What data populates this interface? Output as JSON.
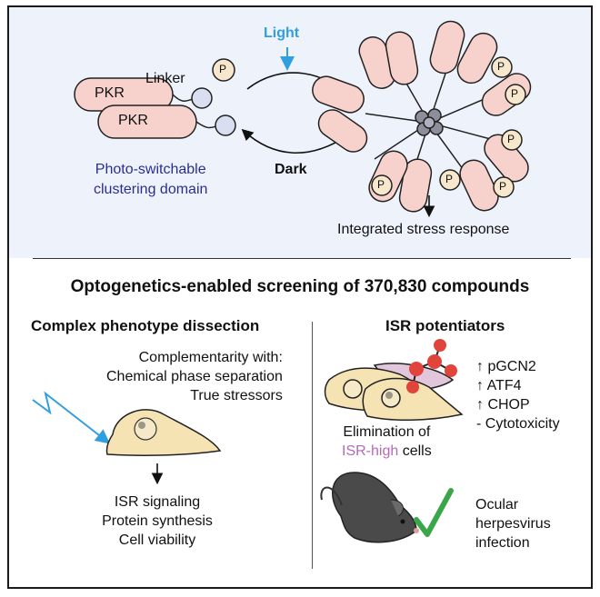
{
  "top": {
    "light": "Light",
    "dark": "Dark",
    "linker": "Linker",
    "pkr_1": "PKR",
    "pkr_2": "PKR",
    "phospho": "P",
    "photo_line1": "Photo-switchable",
    "photo_line2": "clustering domain",
    "isr": "Integrated stress response"
  },
  "title": "Optogenetics-enabled screening of 370,830 compounds",
  "left": {
    "heading": "Complex phenotype dissection",
    "compl_1": "Complementarity with:",
    "compl_2": "Chemical phase separation",
    "compl_3": "True stressors",
    "out_1": "ISR signaling",
    "out_2": "Protein synthesis",
    "out_3": "Cell viability"
  },
  "right": {
    "heading": "ISR potentiators",
    "elim_1": "Elimination of",
    "elim_2": "ISR-high",
    "elim_3": "cells",
    "m1": "↑ pGCN2",
    "m2": "↑ ATF4",
    "m3": "↑ CHOP",
    "m4": "- Cytotoxicity",
    "oc_1": "Ocular",
    "oc_2": "herpesvirus",
    "oc_3": "infection"
  },
  "colors": {
    "panel_bg": "#eef3fb",
    "pkr_fill": "#f7d2cc",
    "light_blue": "#2f9fe0",
    "photo_text": "#2a2f8f",
    "isr_high": "#b36bb5",
    "check": "#3aa64a",
    "compound": "#e0443a",
    "cell": "#f5e3b3"
  }
}
